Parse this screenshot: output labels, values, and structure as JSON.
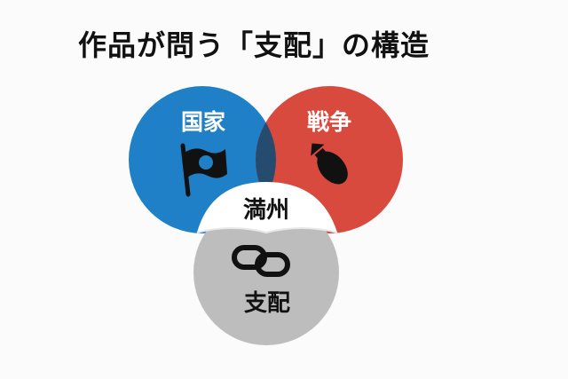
{
  "title": "作品が問う「支配」の構造",
  "circles": {
    "nation": {
      "label": "国家",
      "icon": "flag-icon",
      "color": "#1f80c8"
    },
    "war": {
      "label": "戦争",
      "icon": "bomb-icon",
      "color": "#d94a3e"
    },
    "domination": {
      "label": "支配",
      "icon": "chain-link-icon",
      "color": "#bdbdbd"
    }
  },
  "center_label": "満州",
  "overlap_color": "#254c6e"
}
